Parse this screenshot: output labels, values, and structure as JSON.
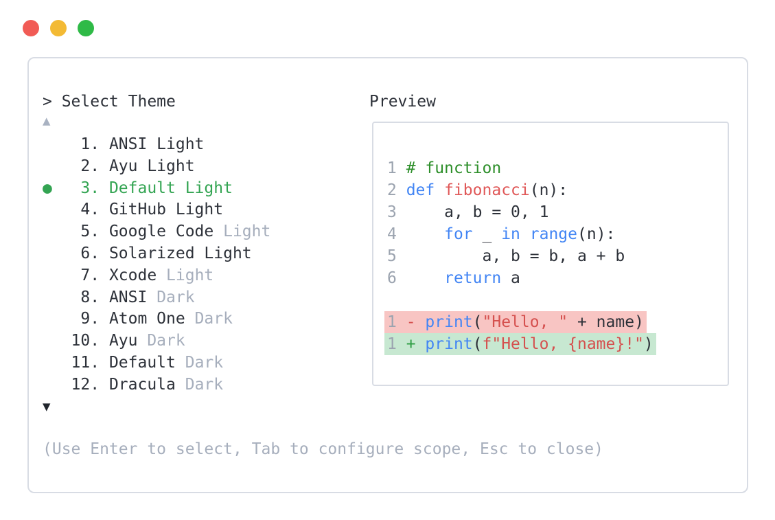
{
  "colors": {
    "dark": "#2d3139",
    "gray": "#a6aebc",
    "green": "#33a452",
    "gray-arrow": "#a9b2c2",
    "down-arrow": "#22262d",
    "border": "#d8dce4",
    "comment": "#2e8f2b",
    "keyword": "#4285f4",
    "fname": "#e05858",
    "string": "#d5504e",
    "minus": "#d5504e",
    "plus": "#2e9e44",
    "linenum": "#9ba3af",
    "diff-red-bg": "#f8c5c3",
    "diff-green-bg": "#c7e8d1",
    "traffic-red": "#f15b55",
    "traffic-yellow": "#f3ba34",
    "traffic-green": "#2fba47"
  },
  "window": {
    "traffic_lights": [
      {
        "name": "close-button",
        "color_key": "traffic-red"
      },
      {
        "name": "minimize-button",
        "color_key": "traffic-yellow"
      },
      {
        "name": "maximize-button",
        "color_key": "traffic-green"
      }
    ]
  },
  "palette": {
    "prompt": "> Select Theme",
    "scroll_up_icon": "▲",
    "scroll_down_icon": "▼",
    "selected_bullet": "●",
    "items": [
      {
        "number": "1",
        "selected": false,
        "parts": [
          {
            "text": "ANSI Light",
            "style": "dark"
          }
        ]
      },
      {
        "number": "2",
        "selected": false,
        "parts": [
          {
            "text": "Ayu Light",
            "style": "dark"
          }
        ]
      },
      {
        "number": "3",
        "selected": true,
        "parts": [
          {
            "text": "Default Light",
            "style": "green"
          }
        ]
      },
      {
        "number": "4",
        "selected": false,
        "parts": [
          {
            "text": "GitHub Light",
            "style": "dark"
          }
        ]
      },
      {
        "number": "5",
        "selected": false,
        "parts": [
          {
            "text": "Google Code ",
            "style": "dark"
          },
          {
            "text": "Light",
            "style": "gray"
          }
        ]
      },
      {
        "number": "6",
        "selected": false,
        "parts": [
          {
            "text": "Solarized Light",
            "style": "dark"
          }
        ]
      },
      {
        "number": "7",
        "selected": false,
        "parts": [
          {
            "text": "Xcode ",
            "style": "dark"
          },
          {
            "text": "Light",
            "style": "gray"
          }
        ]
      },
      {
        "number": "8",
        "selected": false,
        "parts": [
          {
            "text": "ANSI ",
            "style": "dark"
          },
          {
            "text": "Dark",
            "style": "gray"
          }
        ]
      },
      {
        "number": "9",
        "selected": false,
        "parts": [
          {
            "text": "Atom One ",
            "style": "dark"
          },
          {
            "text": "Dark",
            "style": "gray"
          }
        ]
      },
      {
        "number": "10",
        "selected": false,
        "parts": [
          {
            "text": "Ayu ",
            "style": "dark"
          },
          {
            "text": "Dark",
            "style": "gray"
          }
        ]
      },
      {
        "number": "11",
        "selected": false,
        "parts": [
          {
            "text": "Default ",
            "style": "dark"
          },
          {
            "text": "Dark",
            "style": "gray"
          }
        ]
      },
      {
        "number": "12",
        "selected": false,
        "parts": [
          {
            "text": "Dracula ",
            "style": "dark"
          },
          {
            "text": "Dark",
            "style": "gray"
          }
        ]
      }
    ],
    "hint": "(Use Enter to select, Tab to configure scope, Esc to close)"
  },
  "preview": {
    "title": "Preview",
    "code_lines": [
      {
        "num": "1",
        "diff": "",
        "tokens": [
          [
            "c",
            "# function"
          ]
        ]
      },
      {
        "num": "2",
        "diff": "",
        "tokens": [
          [
            "k",
            "def"
          ],
          [
            "p",
            " "
          ],
          [
            "f",
            "fibonacci"
          ],
          [
            "p",
            "(n):"
          ]
        ]
      },
      {
        "num": "3",
        "diff": "",
        "tokens": [
          [
            "p",
            "    a, b = 0, 1"
          ]
        ]
      },
      {
        "num": "4",
        "diff": "",
        "tokens": [
          [
            "p",
            "    "
          ],
          [
            "k",
            "for"
          ],
          [
            "p",
            " _ "
          ],
          [
            "k",
            "in"
          ],
          [
            "p",
            " "
          ],
          [
            "k",
            "range"
          ],
          [
            "p",
            "(n):"
          ]
        ]
      },
      {
        "num": "5",
        "diff": "",
        "tokens": [
          [
            "p",
            "        a, b = b, a + b"
          ]
        ]
      },
      {
        "num": "6",
        "diff": "",
        "tokens": [
          [
            "p",
            "    "
          ],
          [
            "k",
            "return"
          ],
          [
            "p",
            " a"
          ]
        ]
      },
      {
        "num": "",
        "diff": "",
        "tokens": []
      },
      {
        "num": "1",
        "diff": "removed",
        "tokens": [
          [
            "m",
            "- "
          ],
          [
            "k",
            "print"
          ],
          [
            "p",
            "("
          ],
          [
            "s",
            "\"Hello, \""
          ],
          [
            "p",
            " + name)"
          ]
        ]
      },
      {
        "num": "1",
        "diff": "added",
        "tokens": [
          [
            "a",
            "+ "
          ],
          [
            "k",
            "print"
          ],
          [
            "p",
            "("
          ],
          [
            "s",
            "f\"Hello, {name}!\""
          ],
          [
            "p",
            ")"
          ]
        ]
      }
    ]
  }
}
